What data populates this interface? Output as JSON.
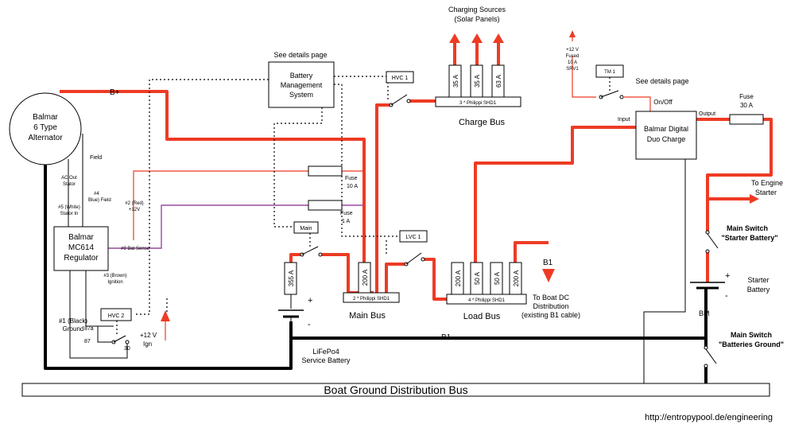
{
  "diagram": {
    "alternator": {
      "line1": "Balmar",
      "line2": "6 Type",
      "line3": "Alternator"
    },
    "regulator": {
      "line1": "Balmar",
      "line2": "MC614",
      "line3": "Regulator"
    },
    "bms": {
      "header": "See details page",
      "line1": "Battery",
      "line2": "Management",
      "line3": "System"
    },
    "duo_charge": {
      "line1": "Balmar Digital",
      "line2": "Duo Charge",
      "input": "Input",
      "output": "Output",
      "onoff": "On/Off"
    },
    "tm1": {
      "label": "TM 1",
      "details": "See details page"
    },
    "srv1": {
      "line1": "+12 V",
      "line2": "Fused",
      "line3": "10 A",
      "line4": "SRV1"
    },
    "charging_sources": {
      "line1": "Charging Sources",
      "line2": "(Solar Panels)"
    },
    "charge_bus": {
      "label": "Charge Bus",
      "bar": "3 * Philippi SHD1",
      "shunts": [
        "35 A",
        "35 A",
        "63 A"
      ]
    },
    "main_bus": {
      "label": "Main Bus",
      "bar": "2 * Philippi SHD1",
      "shunt": "200 A"
    },
    "load_bus": {
      "label": "Load Bus",
      "bar": "4 * Philippi SHD1",
      "shunts": [
        "200 A",
        "50 A",
        "50 A",
        "200 A"
      ]
    },
    "relays": {
      "hvc1": "HVC 1",
      "lvc1": "LVC 1",
      "main": "Main",
      "hvc2": "HVC 2"
    },
    "fuses": {
      "f10_line1": "Fuse",
      "f10_line2": "10 A",
      "f1_line1": "Fuse",
      "f1_line2": "1 A",
      "f30_line1": "Fuse",
      "f30_line2": "30 A"
    },
    "wires": {
      "b_plus": "B+",
      "field": "Field",
      "ac_out_line1": "AC Out",
      "ac_out_line2": "Stator",
      "w4_line1": "#4",
      "w4_line2": "Blue) Field",
      "w5_line1": "#5 (White)",
      "w5_line2": "Stator In",
      "w2_line1": "#2 (Red)",
      "w2_line2": "+12V",
      "w9": "#9 Bat Sense",
      "w3_line1": "#3 (Brown)",
      "w3_line2": "Ignition",
      "w1_line1": "#1 (Black)",
      "w1_line2": "Ground",
      "pin87a": "87a",
      "pin87": "87",
      "pin30": "30",
      "ign_line1": "+12 V",
      "ign_line2": "Ign",
      "b1": "B1",
      "b1_bottom": "B1",
      "bm": "BM"
    },
    "service_battery": {
      "shunt": "355 A",
      "plus": "+",
      "minus": "-",
      "line1": "LiFePo4",
      "line2": "Service Battery"
    },
    "dc_dist": {
      "line1": "To Boat DC",
      "line2": "Distribution",
      "line3": "(existing B1 cable)"
    },
    "starter_battery": {
      "plus": "+",
      "minus": "-",
      "line1": "Starter",
      "line2": "Battery"
    },
    "to_engine": {
      "line1": "To Engine",
      "line2": "Starter"
    },
    "main_switch_starter": {
      "line1": "Main Switch",
      "line2": "\"Starter Battery\""
    },
    "main_switch_ground": {
      "line1": "Main Switch",
      "line2": "\"Batteries Ground\""
    },
    "ground_bus": "Boat Ground Distribution Bus",
    "url": "http://entropypool.de/engineering"
  },
  "colors": {
    "power": "#ee3b24",
    "sense": "#9b4aa0",
    "ground": "#000000"
  }
}
